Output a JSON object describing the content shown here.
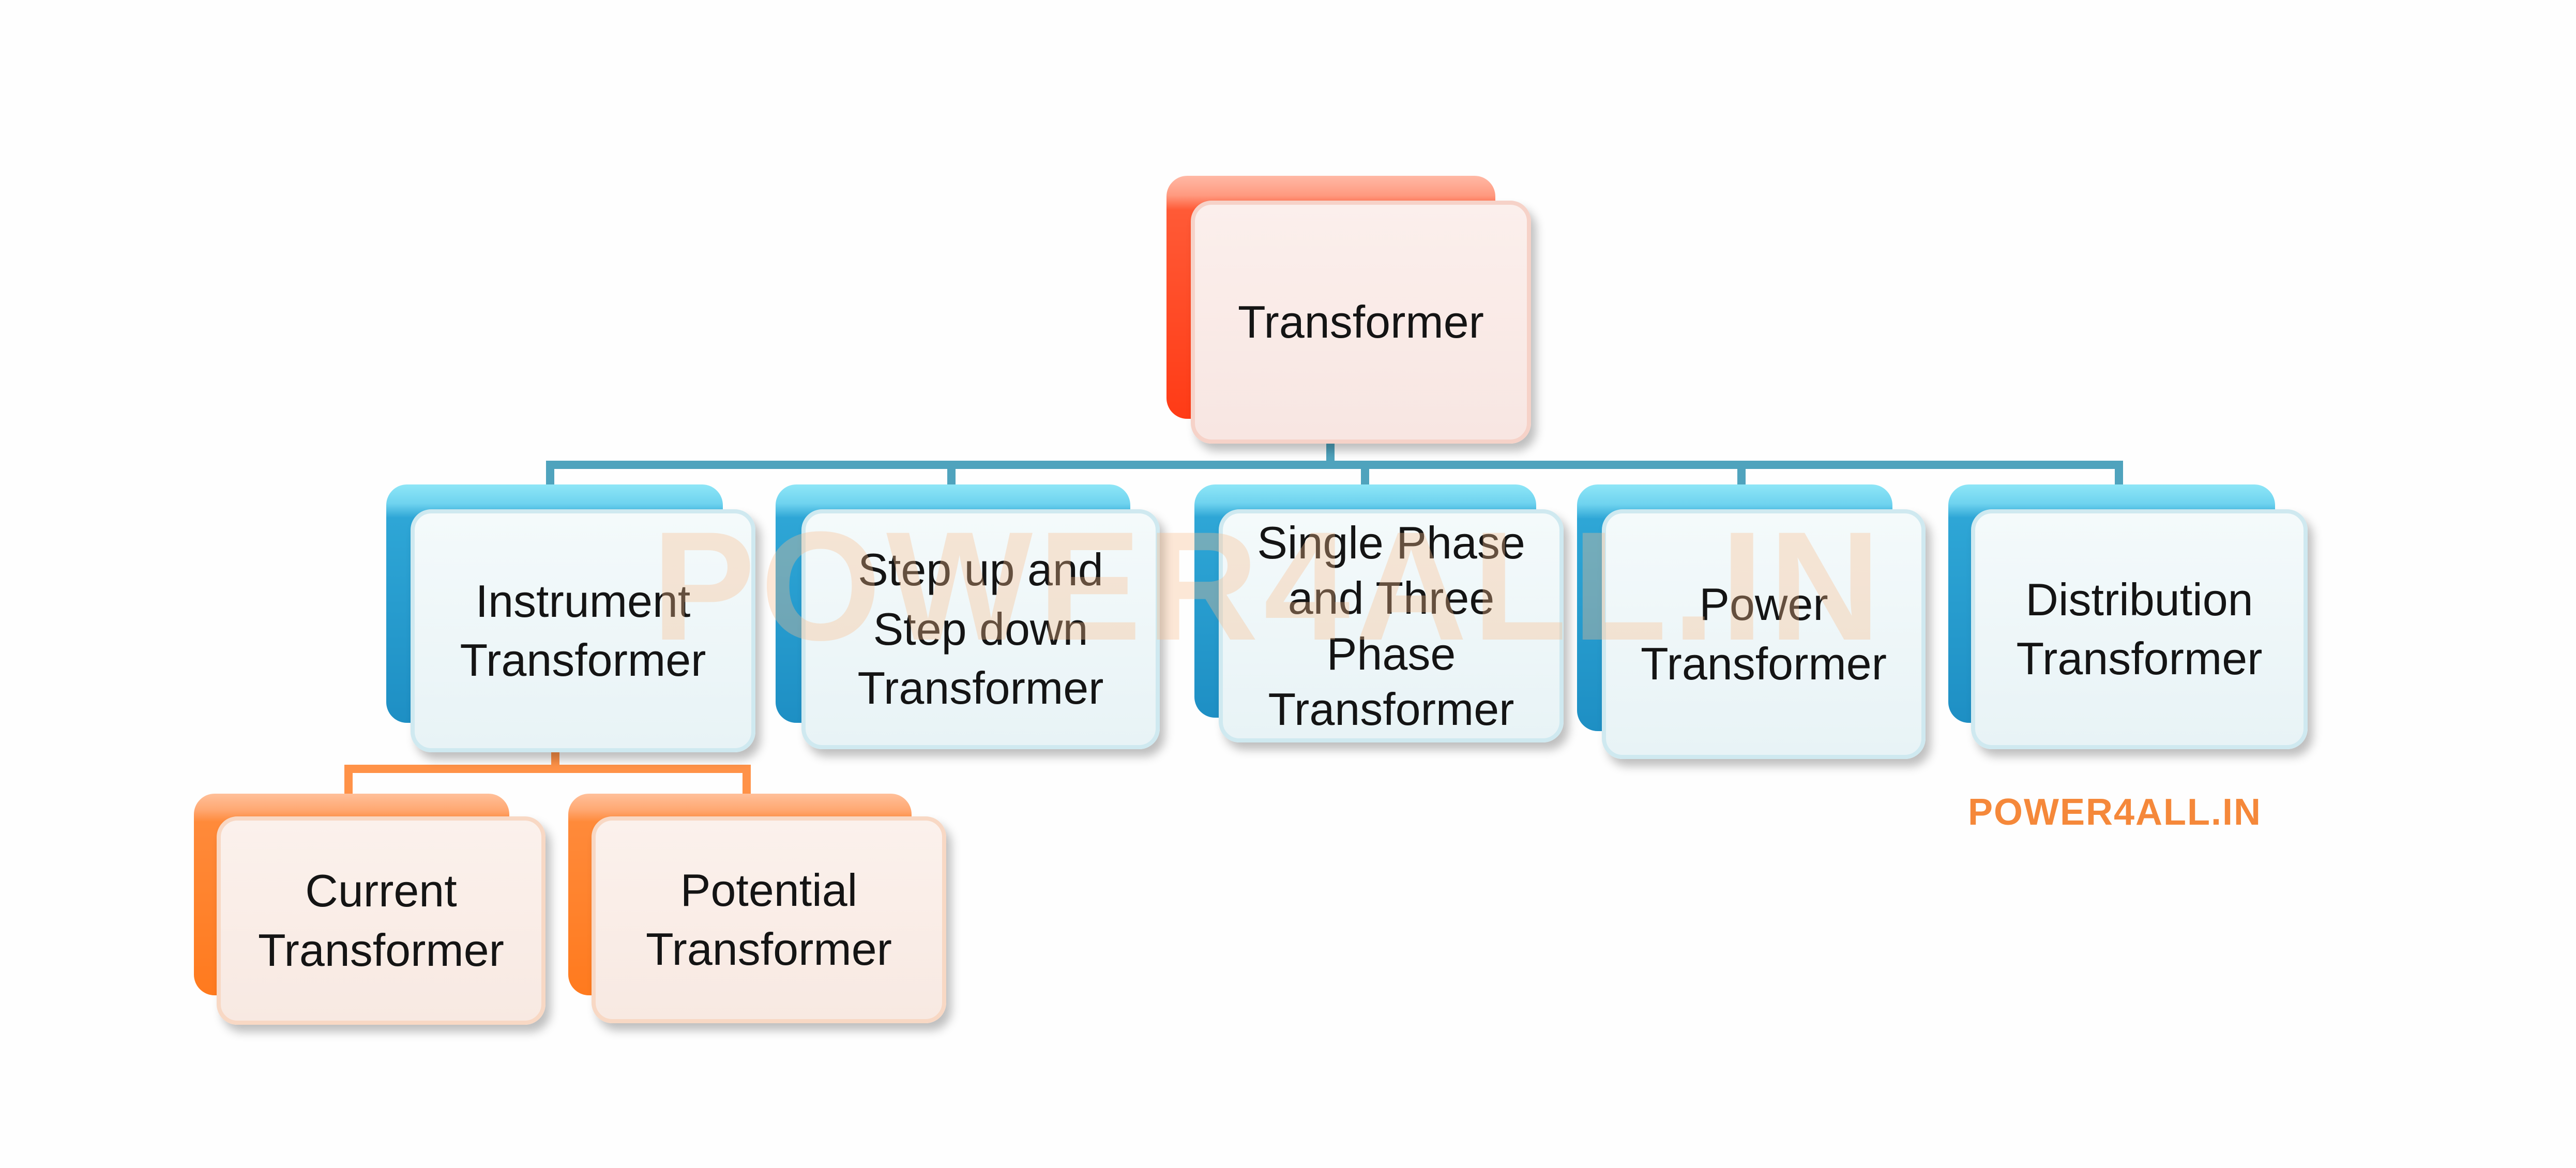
{
  "root": {
    "label": "Transformer"
  },
  "level2": [
    {
      "label": "Instrument\nTransformer"
    },
    {
      "label": "Step up and\nStep down\nTransformer"
    },
    {
      "label": "Single Phase\nand Three\nPhase\nTransformer"
    },
    {
      "label": "Power\nTransformer"
    },
    {
      "label": "Distribution\nTransformer"
    }
  ],
  "level3": [
    {
      "label": "Current\nTransformer"
    },
    {
      "label": "Potential\nTransformer"
    }
  ],
  "watermark": "POWER4ALL.IN",
  "brand": "POWER4ALL.IN",
  "colors": {
    "root": "#ff3b16",
    "level2": "#2ea6d6",
    "level3": "#ff8a3a",
    "brand": "#f5883a"
  }
}
